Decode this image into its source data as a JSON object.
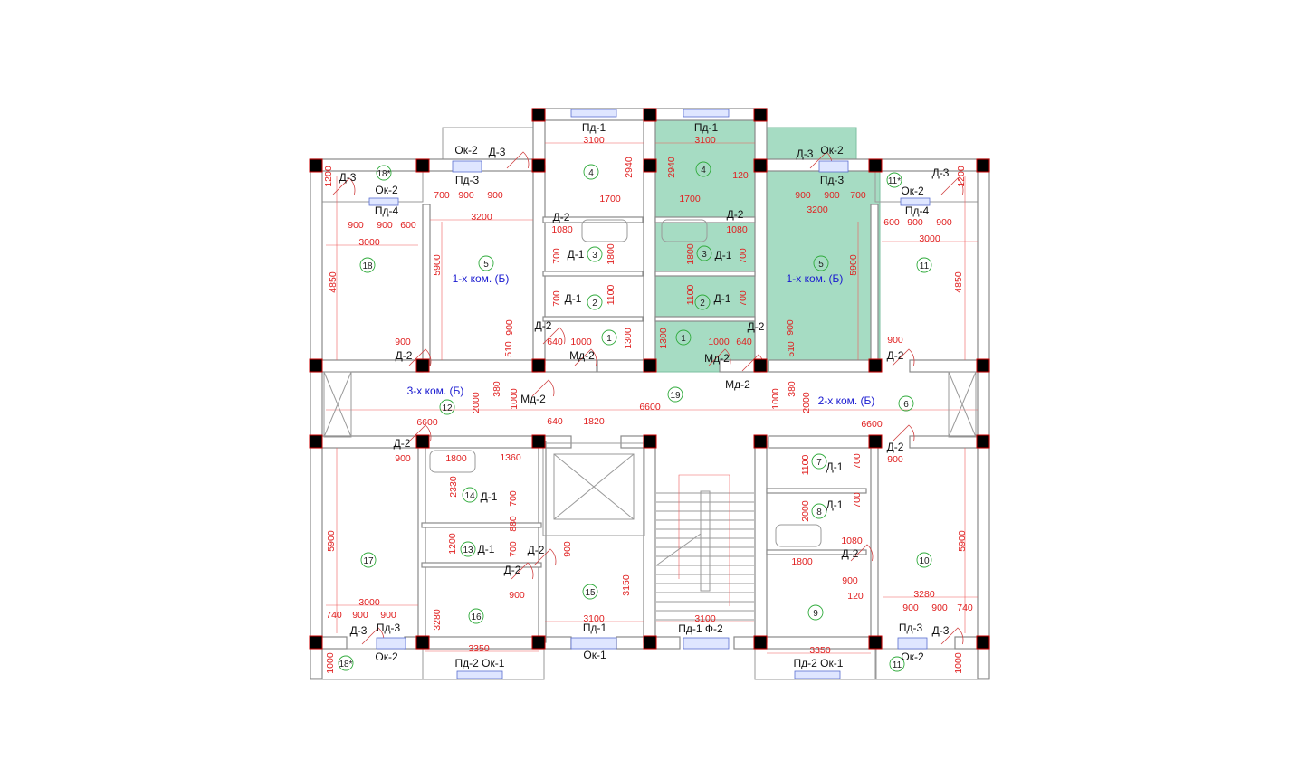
{
  "plan": {
    "highlight_color": "#a6dcc3",
    "apartments": [
      "1-х ком. (Б)",
      "1-х ком. (Б)",
      "3-х ком. (Б)",
      "2-х ком. (Б)"
    ],
    "rooms": [
      "4",
      "5",
      "18",
      "18*",
      "3",
      "2",
      "1",
      "4",
      "3",
      "2",
      "1",
      "5",
      "11*",
      "11",
      "19",
      "12",
      "6",
      "14",
      "13",
      "17",
      "16",
      "15",
      "18*",
      "7",
      "8",
      "10",
      "9",
      "11"
    ],
    "labels": [
      "Пд-1",
      "Пд-1",
      "Ок-2",
      "Д-3",
      "Д-3",
      "Ок-2",
      "Д-3",
      "Ок-2",
      "Пд-3",
      "Пд-3",
      "Пд-4",
      "Д-3",
      "Ок-2",
      "Пд-4",
      "Д-2",
      "Д-2",
      "Д-1",
      "Д-1",
      "Д-1",
      "Д-1",
      "Д-2",
      "Д-2",
      "Мд-2",
      "Мд-2",
      "Д-2",
      "Д-2",
      "Мд-2",
      "Мд-2",
      "Д-2",
      "Д-2",
      "Д-1",
      "Д-1",
      "Д-2",
      "Д-2",
      "Д-1",
      "Д-1",
      "Д-2",
      "Д-3",
      "Пд-3",
      "Пд-1",
      "Пд-1 Ф-2",
      "Пд-3",
      "Д-3",
      "Ок-2",
      "Ок-1",
      "Ок-2",
      "Пд-2 Ок-1",
      "Пд-2 Ок-1"
    ],
    "dims_h": [
      "3100",
      "3100",
      "700",
      "900",
      "900",
      "900",
      "900",
      "700",
      "1700",
      "1700",
      "120",
      "3200",
      "3200",
      "900",
      "900",
      "600",
      "600",
      "900",
      "900",
      "3000",
      "3000",
      "1080",
      "1080",
      "640",
      "1000",
      "1000",
      "640",
      "900",
      "900",
      "6600",
      "6600",
      "6600",
      "640",
      "1820",
      "900",
      "1800",
      "1360",
      "900",
      "900",
      "1080",
      "1800",
      "900",
      "120",
      "3280",
      "900",
      "900",
      "740",
      "3000",
      "740",
      "900",
      "900",
      "3100",
      "3100",
      "3350",
      "3350"
    ],
    "dims_v": [
      "1200",
      "1200",
      "2940",
      "2940",
      "4850",
      "4850",
      "5900",
      "5900",
      "1800",
      "1800",
      "700",
      "700",
      "700",
      "700",
      "1100",
      "1100",
      "900",
      "900",
      "510",
      "510",
      "1300",
      "1300",
      "380",
      "380",
      "1000",
      "1000",
      "2000",
      "2000",
      "2330",
      "700",
      "880",
      "700",
      "1200",
      "900",
      "3150",
      "5900",
      "5900",
      "1100",
      "700",
      "2000",
      "700",
      "3280",
      "1000",
      "1000"
    ]
  }
}
